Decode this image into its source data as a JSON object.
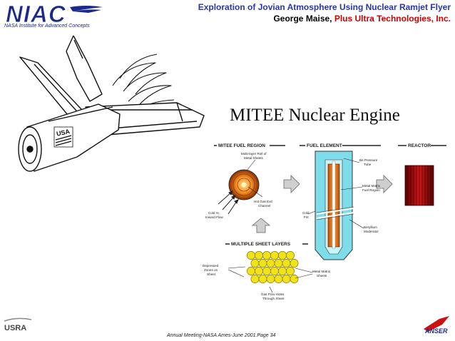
{
  "header": {
    "logo_text": "NIAC",
    "logo_subtitle": "NASA Institute for Advanced Concepts",
    "title": "Exploration of Jovian Atmosphere Using Nuclear Ramjet Flyer",
    "author": "George Maise,",
    "organization": "Plus Ultra Technologies, Inc."
  },
  "figure": {
    "aircraft_marking": "USA",
    "engine_title": "MITEE Nuclear Engine",
    "sections": {
      "fuel_region": "MITEE FUEL REGION",
      "fuel_element": "FUEL ELEMENT",
      "reactor": "REACTOR",
      "sheet_layers": "MULTIPLE SHEET LAYERS"
    },
    "callouts": {
      "multilayer_roll_1": "Multi-layer Roll of",
      "multilayer_roll_2": "Metal Sheets",
      "cold_h2_1": "Cold H₂",
      "cold_h2_2": "Inward Flow",
      "hot_gas_1": "Hot Gas Exit",
      "hot_gas_2": "Channel",
      "pressure_tube_1": "Be Pressure",
      "pressure_tube_2": "Tube",
      "metal_matrix_fuel_1": "Metal Matrix",
      "metal_matrix_fuel_2": "Fuel Region",
      "cold_frit_1": "Cold",
      "cold_frit_2": "Frit",
      "beryllium_1": "Beryllium",
      "beryllium_2": "Moderator",
      "depressed_1": "Depressed",
      "depressed_2": "Zones on",
      "depressed_3": "Sheet",
      "metal_matrix_sheets_1": "Metal Matrix",
      "metal_matrix_sheets_2": "Sheets",
      "gas_flow_1": "Gas Flow Holes",
      "gas_flow_2": "Through Sheet"
    }
  },
  "footer": {
    "left_logo": "USRA",
    "text": "Annual Meeting-NASA Ames-June 2001.Page 34",
    "right_logo": "ANSER"
  },
  "colors": {
    "title_blue": "#2a36a8",
    "org_red": "#d10000",
    "logo_navy": "#1b2a8a",
    "fuel_orange": "#e07a10",
    "reactor_red": "#b01010",
    "honeycomb_yellow": "#f2e21a"
  }
}
